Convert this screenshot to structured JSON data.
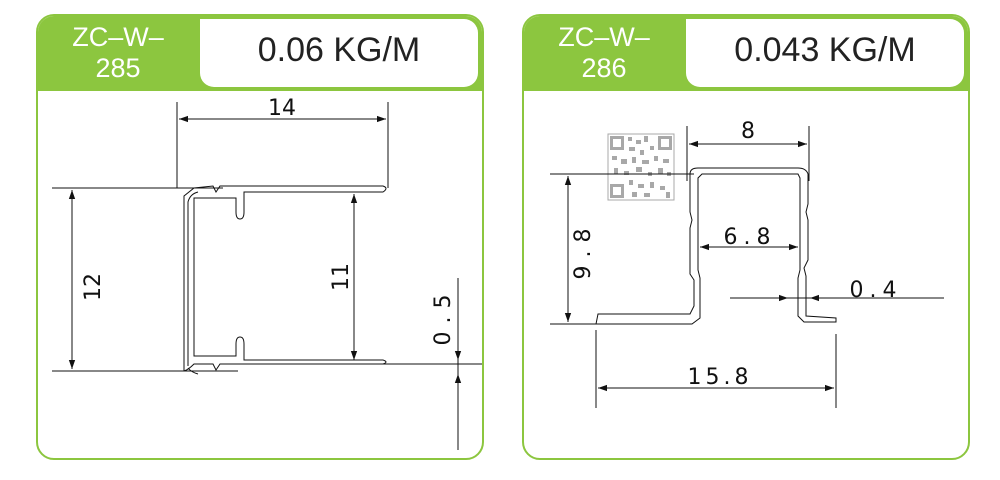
{
  "products": [
    {
      "code_line1": "ZC–W–",
      "code_line2": "285",
      "weight": "0.06 KG/M",
      "dims": {
        "top_width": "14",
        "height": "12",
        "inner_height": "11",
        "thickness": "0.5"
      }
    },
    {
      "code_line1": "ZC–W–",
      "code_line2": "286",
      "weight": "0.043 KG/M",
      "dims": {
        "top_width": "8",
        "height": "9.8",
        "inner_width": "6.8",
        "thickness": "0.4",
        "base_width": "15.8"
      }
    }
  ],
  "colors": {
    "accent": "#8cc63f",
    "line": "#111111"
  },
  "icons": {
    "qr": "qr-code-icon"
  }
}
